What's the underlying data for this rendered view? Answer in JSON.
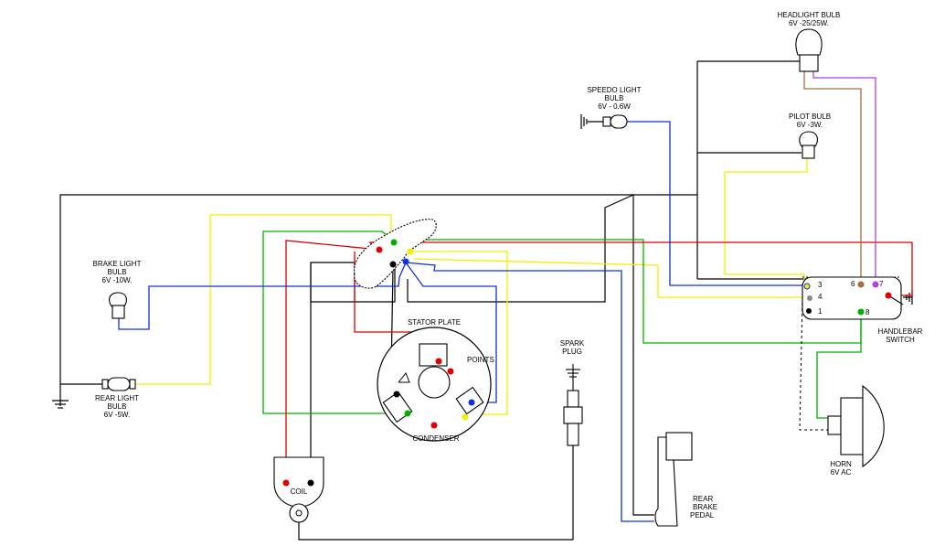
{
  "colors": {
    "black": "#000000",
    "red": "#e00000",
    "green": "#00b000",
    "blue": "#1030e0",
    "yellow": "#f0f000",
    "brown": "#a07040",
    "purple": "#b040e0",
    "terminal_grey": "#888888"
  },
  "labels": {
    "headlight": [
      "HEADLIGHT BULB",
      "6V -25/25W."
    ],
    "speedo": [
      "SPEEDO LIGHT",
      "BULB",
      "6V - 0.6W"
    ],
    "pilot": [
      "PILOT BULB",
      "6V -3W."
    ],
    "brake": [
      "BRAKE LIGHT",
      "BULB",
      "6V -10W."
    ],
    "rear": [
      "REAR LIGHT",
      "BULB",
      "6V -5W."
    ],
    "stator": "STATOR PLATE",
    "points": "POINTS",
    "condenser": "CONDENSER",
    "spark": [
      "SPARK",
      "PLUG"
    ],
    "coil": "COIL",
    "rear_brake": [
      "REAR",
      "BRAKE",
      "PEDAL"
    ],
    "handlebar": [
      "HANDLEBAR",
      "SWITCH"
    ],
    "horn": [
      "HORN",
      "6V AC"
    ],
    "terminals": [
      "3",
      "4",
      "1",
      "6",
      "7",
      "8"
    ]
  }
}
